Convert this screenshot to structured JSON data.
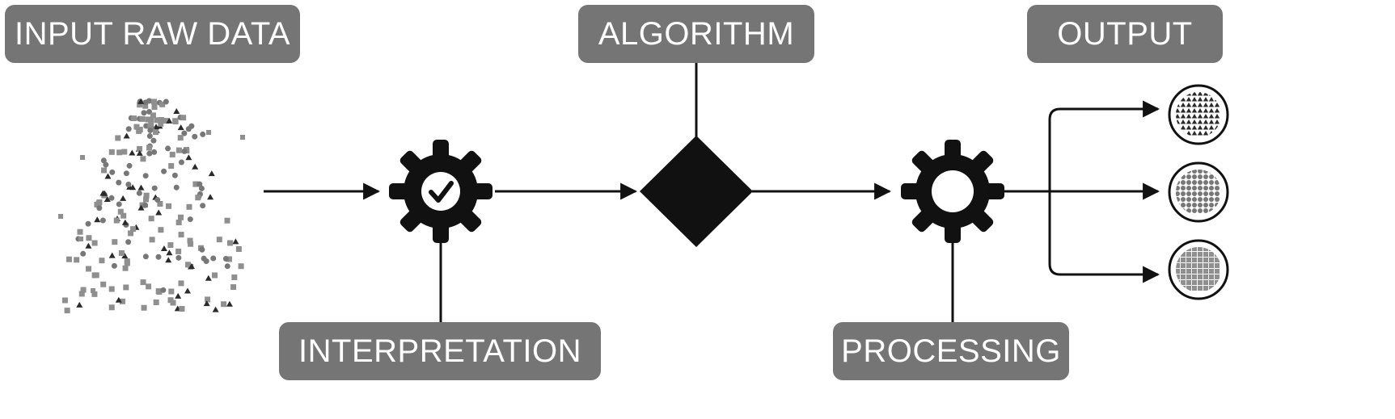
{
  "labels": {
    "input": "INPUT RAW DATA",
    "algorithm": "ALGORITHM",
    "output": "OUTPUT",
    "interpretation": "INTERPRETATION",
    "processing": "PROCESSING"
  },
  "colors": {
    "label_bg": "#757575",
    "label_text": "#ffffff",
    "ink": "#111111",
    "data_gray": "#8f8f8f",
    "data_dark": "#2a2a2a"
  },
  "icons": {
    "interpretation_gear": "gear-with-check-icon",
    "decision": "diamond-icon",
    "processing_gear": "gear-icon",
    "outputs": [
      "triangle-cluster-icon",
      "circle-cluster-icon",
      "square-cluster-icon"
    ]
  }
}
